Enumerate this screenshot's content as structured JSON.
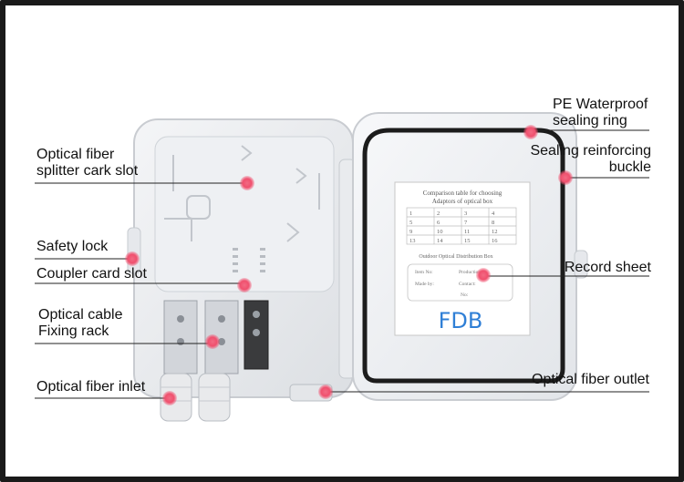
{
  "labels": {
    "splitter_slot_line1": "Optical fiber",
    "splitter_slot_line2": "splitter cark slot",
    "safety_lock": "Safety lock",
    "coupler_card_slot": "Coupler card slot",
    "cable_rack_line1": "Optical cable",
    "cable_rack_line2": "Fixing rack",
    "fiber_inlet": "Optical fiber inlet",
    "waterproof_line1": "PE Waterproof",
    "waterproof_line2": "sealing ring",
    "buckle_line1": "Sealing reinforcing",
    "buckle_line2": "buckle",
    "record_sheet": "Record sheet",
    "fiber_outlet": "Optical fiber outlet"
  },
  "record_card": {
    "title_line1": "Comparison table for choosing",
    "title_line2": "Adaptors of optical box",
    "grid": [
      [
        "1",
        "2",
        "3",
        "4"
      ],
      [
        "5",
        "6",
        "7",
        "8"
      ],
      [
        "9",
        "10",
        "11",
        "12"
      ],
      [
        "13",
        "14",
        "15",
        "16"
      ]
    ],
    "box_title": "Outdoor Optical Distribution Box",
    "item_no": "Item No:",
    "production": "Production:",
    "made_by": "Made by:",
    "contact": "Contact:",
    "no": "No:"
  },
  "brand": "FDB",
  "colors": {
    "marker": "#f0506e",
    "line": "#222222",
    "frame": "#1a1a1a",
    "brand_text": "#2f7fd6"
  }
}
